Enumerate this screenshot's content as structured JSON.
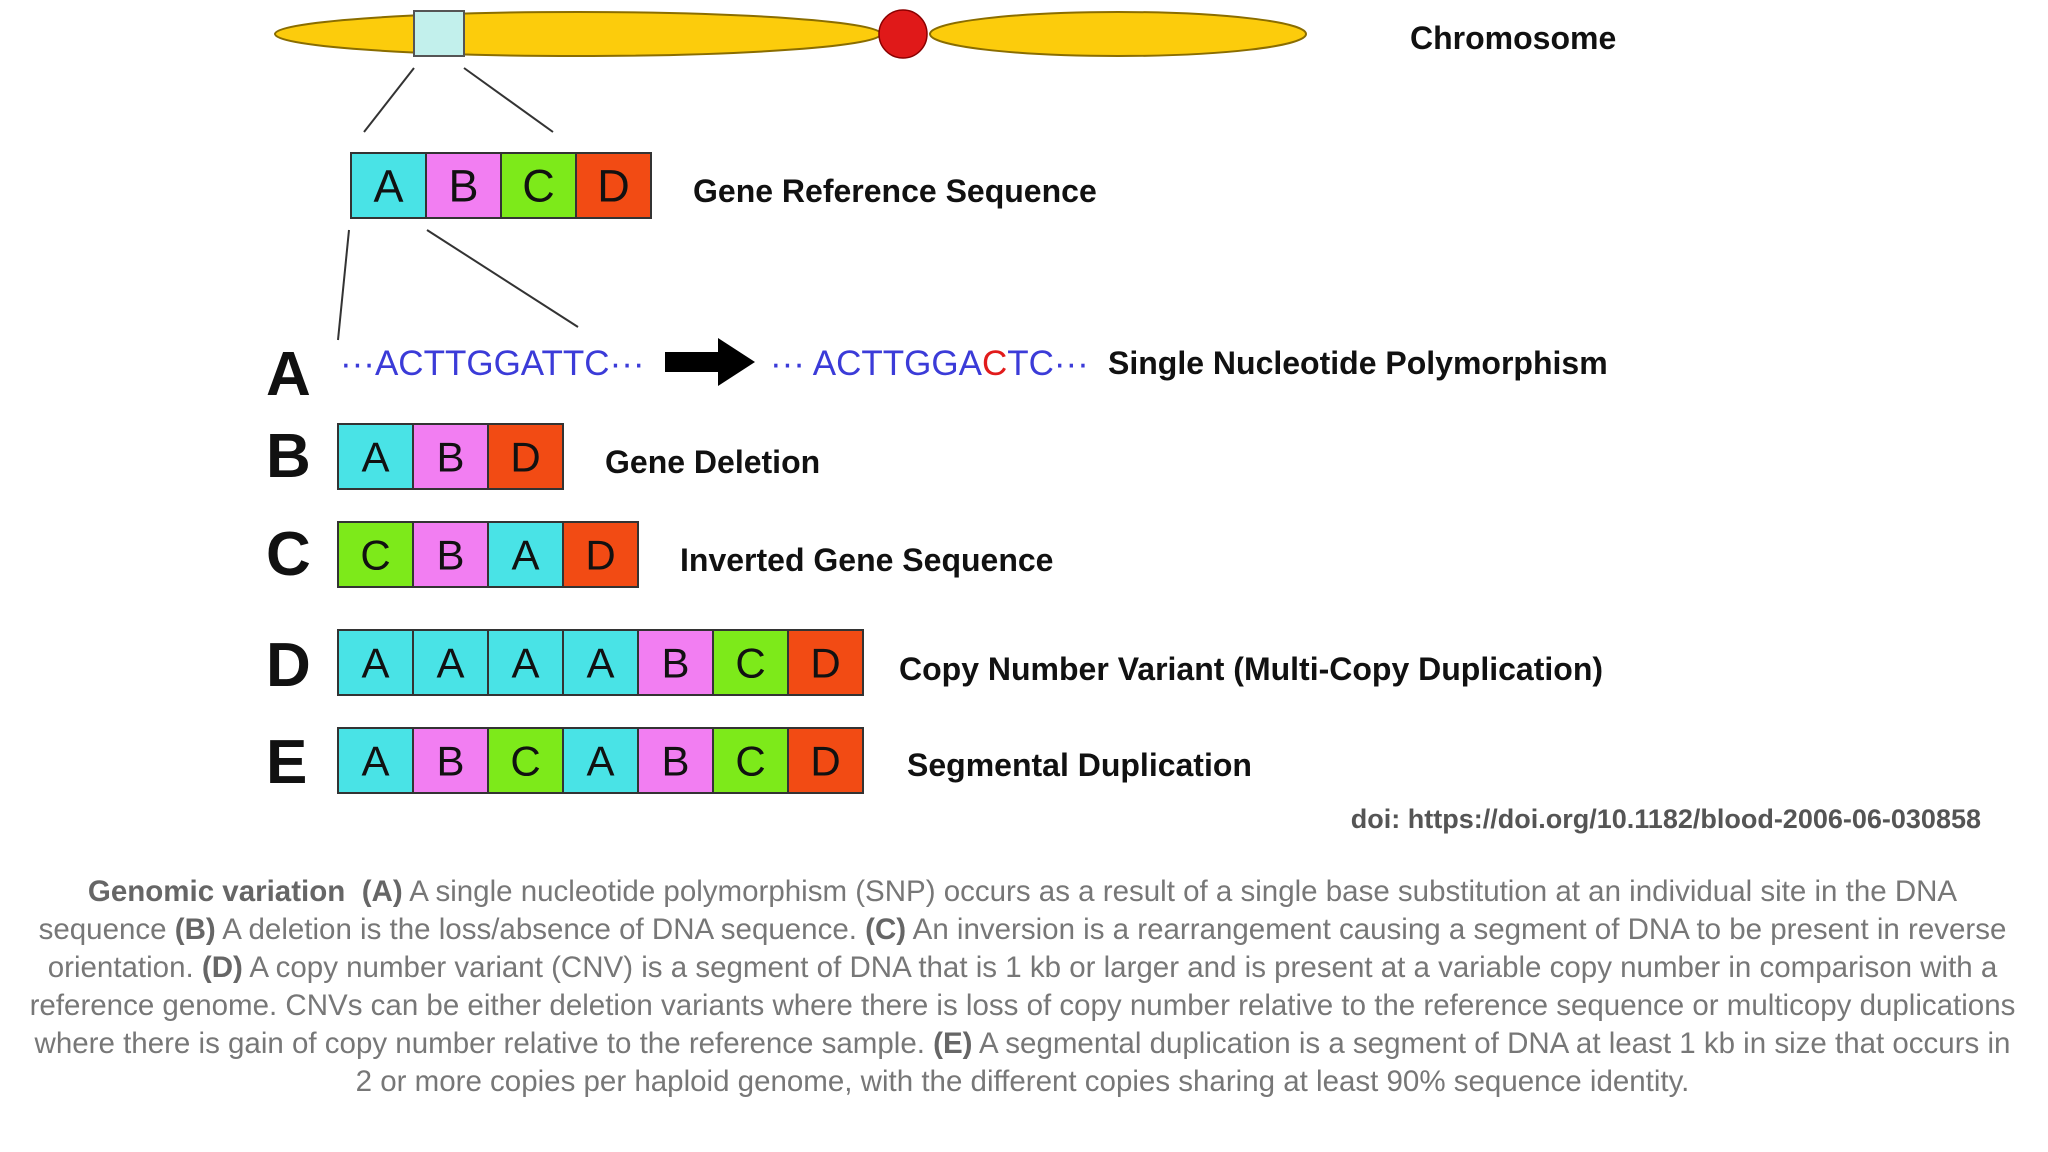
{
  "colors": {
    "A": "#49e3e6",
    "B": "#f27ef2",
    "C": "#7dea1a",
    "D": "#f24b14",
    "chromosome": "#fccc0c",
    "centromere": "#e01919",
    "band": "#c2f0ec",
    "sequence": "#3b3bd8",
    "mutation": "#e11b1b"
  },
  "chromosome": {
    "label": "Chromosome"
  },
  "reference": {
    "blocks": [
      "A",
      "B",
      "C",
      "D"
    ],
    "label": "Gene Reference Sequence"
  },
  "rows": [
    {
      "letter": "A",
      "type": "snp",
      "label": "Single Nucleotide Polymorphism"
    },
    {
      "letter": "B",
      "blocks": [
        "A",
        "B",
        "D"
      ],
      "label": "Gene Deletion"
    },
    {
      "letter": "C",
      "blocks": [
        "C",
        "B",
        "A",
        "D"
      ],
      "label": "Inverted Gene Sequence"
    },
    {
      "letter": "D",
      "blocks": [
        "A",
        "A",
        "A",
        "A",
        "B",
        "C",
        "D"
      ],
      "label": "Copy Number Variant (Multi-Copy Duplication)"
    },
    {
      "letter": "E",
      "blocks": [
        "A",
        "B",
        "C",
        "A",
        "B",
        "C",
        "D"
      ],
      "label": "Segmental Duplication"
    }
  ],
  "snp": {
    "original": "···ACTTGGATTC···",
    "mutated_prefix": "··· ACTTGGA",
    "mutated_base": "C",
    "mutated_suffix": "TC···"
  },
  "doi": "doi: https://doi.org/10.1182/blood-2006-06-030858",
  "caption": {
    "title": "Genomic variation",
    "a_tag": "(A)",
    "a_text": " A single nucleotide polymorphism (SNP) occurs as a result of a single base substitution at an individual site in the DNA sequence ",
    "b_tag": "(B)",
    "b_text": " A deletion is the loss/absence of DNA sequence. ",
    "c_tag": "(C)",
    "c_text": " An inversion is a rearrangement causing a segment of DNA to be present in reverse orientation. ",
    "d_tag": "(D)",
    "d_text": " A copy number variant (CNV) is a segment of DNA that is 1 kb or larger and is present at a variable copy number in comparison with a reference genome. CNVs can be either deletion variants where there is loss of copy number relative to the reference sequence or multicopy duplications where there is gain of copy number relative to the reference sample. ",
    "e_tag": "(E)",
    "e_text": " A segmental duplication is a segment of DNA at least 1 kb in size that occurs in 2 or more copies per haploid genome, with the different copies sharing at least 90% sequence identity."
  }
}
